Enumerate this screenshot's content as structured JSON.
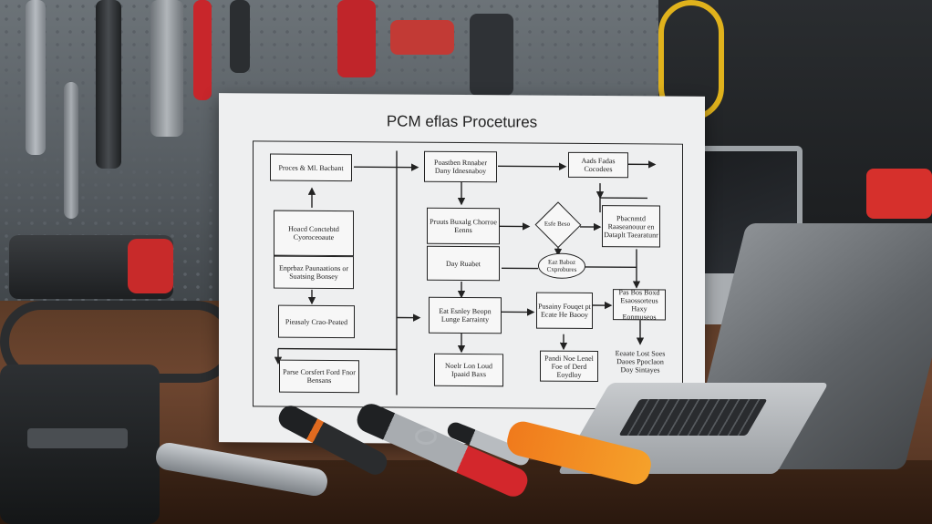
{
  "poster": {
    "title": "PCM eflas Procetures",
    "boxes": [
      "Proces & Ml. Bacbant",
      "Poastben Rnnaber Dany Idnesnaboy",
      "Aads Fadas Cocodees",
      "Hoacd Conctebtd Cyoroceoaute",
      "Pruuts Buxalg Chorroe Eenns",
      "Pbacnmtd Raaseanouur en Dataplt Taearatunr",
      "Enprbaz Paunaations or Suatsing Bonsey",
      "Day Ruabet",
      "Eaz Baboz Cxprobures",
      "Pieasaly Crao-Peated",
      "Eat Esnley Beopn Lunge Earrainty",
      "Pusainy Fouqet pt Ecate He Baooy",
      "Pas Bos Boxd Esaossorteus Haxy Eonmuseos",
      "Parse Corsfert Ford Fnor Bensans",
      "Noelr Lon Loud Ipaaid Baxs",
      "Pandi Noe Lenel Foe of Derd Eoydloy",
      "Eeaate Lost Soes Daoes Ppoclaon Doy Sintayes"
    ],
    "decision": "Esfe Beso"
  }
}
